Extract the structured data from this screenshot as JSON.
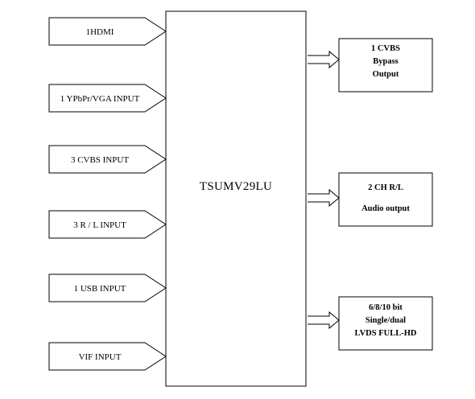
{
  "chip": {
    "label": "TSUMV29LU"
  },
  "inputs": [
    {
      "label": "1HDMI"
    },
    {
      "label": "1 YPbPr/VGA INPUT"
    },
    {
      "label": "3 CVBS INPUT"
    },
    {
      "label": "3 R / L INPUT"
    },
    {
      "label": "1 USB INPUT"
    },
    {
      "label": "VIF INPUT"
    }
  ],
  "outputs": [
    {
      "lines": [
        "1 CVBS",
        "Bypass",
        "Output"
      ]
    },
    {
      "lines": [
        "2 CH R/L",
        "Audio output"
      ]
    },
    {
      "lines": [
        "6/8/10 bit",
        "Single/dual",
        "LVDS FULL-HD"
      ]
    }
  ]
}
